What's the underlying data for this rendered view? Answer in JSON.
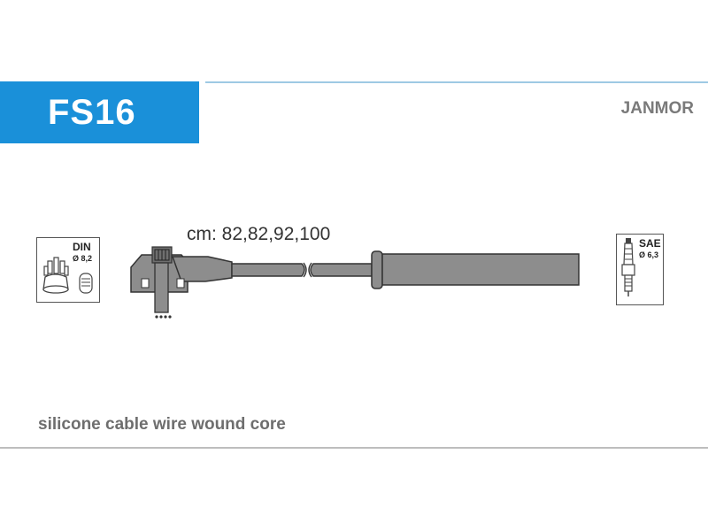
{
  "header": {
    "code": "FS16",
    "brand": "JANMOR"
  },
  "cable": {
    "lengths_label": "cm: 82,82,92,100",
    "description": "silicone cable wire wound core"
  },
  "distributor_icon": {
    "standard": "DIN",
    "diameter": "Ø 8,2",
    "icon": "distributor-cap-icon"
  },
  "plug_icon": {
    "standard": "SAE",
    "diameter": "Ø 6,3",
    "icon": "spark-plug-icon"
  },
  "colors": {
    "accent": "#1a90d9",
    "brand_text": "#7a7a7a",
    "cable_fill": "#8a8a8a",
    "line": "#9ec9e4"
  }
}
